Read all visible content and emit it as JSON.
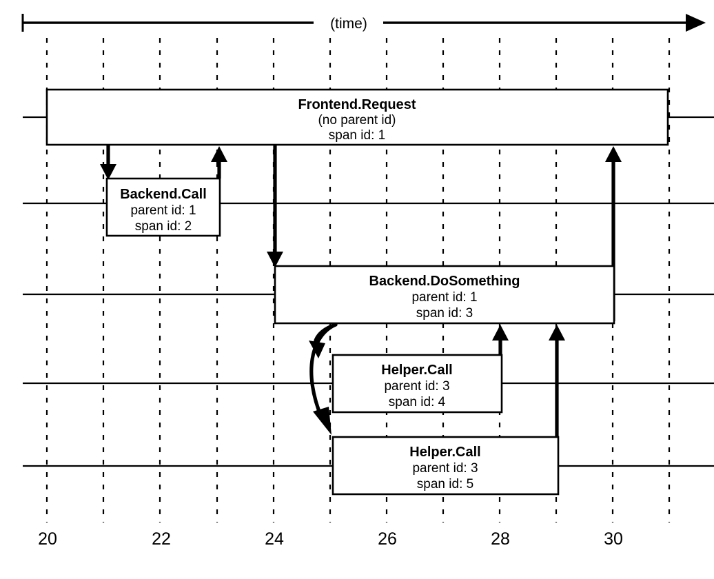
{
  "diagram": {
    "title": "distributed-trace-span-timeline",
    "axis": {
      "caption": "(time)",
      "tick_labels": [
        "20",
        "22",
        "24",
        "26",
        "28",
        "30"
      ],
      "tick_values": [
        20,
        22,
        24,
        26,
        28,
        30
      ],
      "gridline_values": [
        20,
        21,
        22,
        23,
        24,
        25,
        26,
        27,
        28,
        29,
        30,
        31
      ],
      "range": [
        20,
        31
      ],
      "arrow_direction": "right"
    },
    "spans": [
      {
        "name": "Frontend.Request",
        "parent_label": "(no parent id)",
        "span_label": "span id: 1",
        "parent_id": null,
        "span_id": 1,
        "start": 20,
        "end": 31,
        "lane": 1
      },
      {
        "name": "Backend.Call",
        "parent_label": "parent id: 1",
        "span_label": "span id: 2",
        "parent_id": 1,
        "span_id": 2,
        "start": 21,
        "end": 23,
        "lane": 2
      },
      {
        "name": "Backend.DoSomething",
        "parent_label": "parent id: 1",
        "span_label": "span id: 3",
        "parent_id": 1,
        "span_id": 3,
        "start": 24,
        "end": 30,
        "lane": 3
      },
      {
        "name": "Helper.Call",
        "parent_label": "parent id: 3",
        "span_label": "span id: 4",
        "parent_id": 3,
        "span_id": 4,
        "start": 25,
        "end": 28,
        "lane": 4
      },
      {
        "name": "Helper.Call",
        "parent_label": "parent id: 3",
        "span_label": "span id: 5",
        "parent_id": 3,
        "span_id": 5,
        "start": 25,
        "end": 29,
        "lane": 5
      }
    ],
    "colors": {
      "stroke": "#000000",
      "fill": "#ffffff",
      "background": "#ffffff"
    }
  }
}
